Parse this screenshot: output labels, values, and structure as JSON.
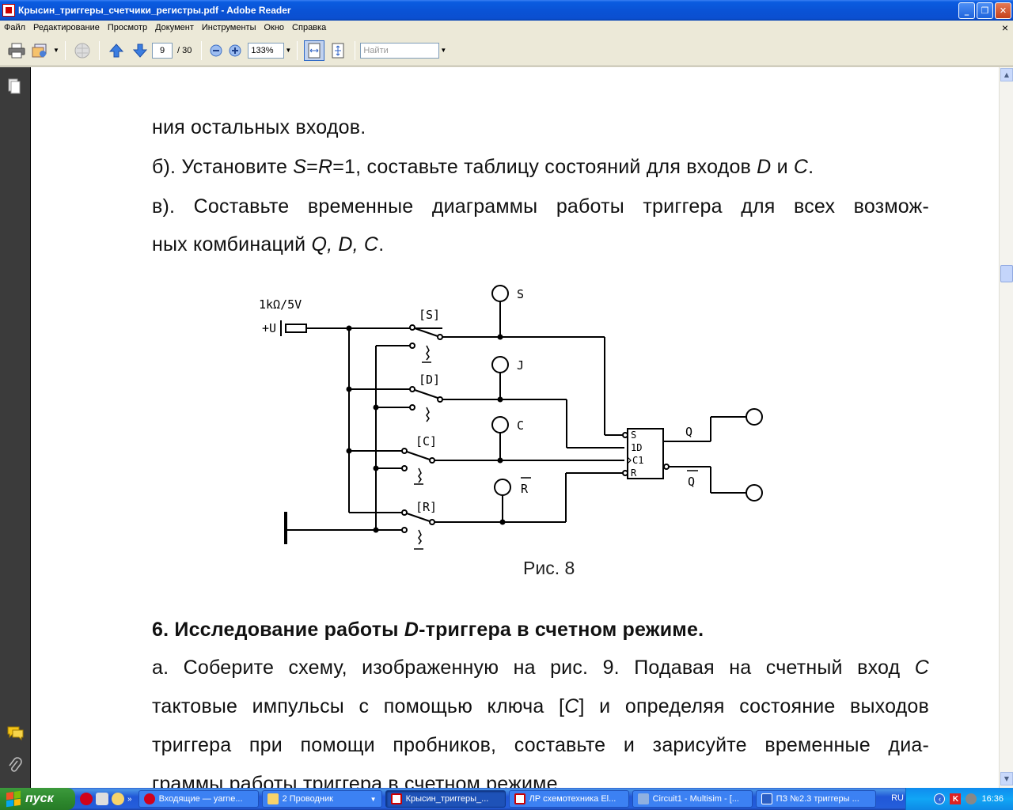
{
  "window": {
    "title": "Крысин_триггеры_счетчики_регистры.pdf - Adobe Reader"
  },
  "menu": [
    "Файл",
    "Редактирование",
    "Просмотр",
    "Документ",
    "Инструменты",
    "Окно",
    "Справка"
  ],
  "toolbar": {
    "page_current": "9",
    "page_total": "/ 30",
    "zoom": "133%",
    "search_placeholder": "Найти"
  },
  "document": {
    "line1": "ния остальных входов.",
    "line2_parts": [
      "б). Установите ",
      "S",
      "=",
      "R",
      "=1, составьте таблицу состояний для входов ",
      "D",
      " и ",
      "C",
      "."
    ],
    "line3": "в). Составьте временные диаграммы работы триггера для всех возмож-",
    "line4_parts": [
      "ных комбинаций ",
      "Q, D, C",
      "."
    ],
    "heading_parts": [
      "6. Исследование работы ",
      "D",
      "-триггера в счетном режиме."
    ],
    "para_line1_parts": [
      "а. Соберите схему, изображенную на рис. 9. Подавая на счетный вход ",
      "C"
    ],
    "para_line2_parts": [
      "тактовые импульсы с помощью ключа [",
      "C",
      "] и определяя состояние выходов"
    ],
    "para_line3": "триггера при помощи пробников, составьте и зарисуйте временные диа-",
    "para_line4": "граммы работы триггера в счетном режиме."
  },
  "circuit": {
    "source_label": "1kΩ/5V",
    "vcc_label": "+U",
    "switch_s": "[S]",
    "switch_d": "[D]",
    "switch_c": "[C]",
    "switch_r": "[R]",
    "probe_s": "S",
    "probe_j": "J",
    "probe_c": "C",
    "probe_r": "R",
    "pin_s": "S",
    "pin_1d": "1D",
    "pin_c1": "C1",
    "pin_r": "R",
    "out_q": "Q",
    "out_qbar": "Q",
    "caption": "Рис. 8"
  },
  "taskbar": {
    "start": "пуск",
    "tasks": [
      "Входящие — yarne...",
      "2 Проводник",
      "Крысин_триггеры_...",
      "ЛР схемотехника El...",
      "Circuit1 - Multisim - [...",
      "ПЗ №2.3 триггеры ..."
    ],
    "lang": "RU",
    "clock": "16:36"
  }
}
